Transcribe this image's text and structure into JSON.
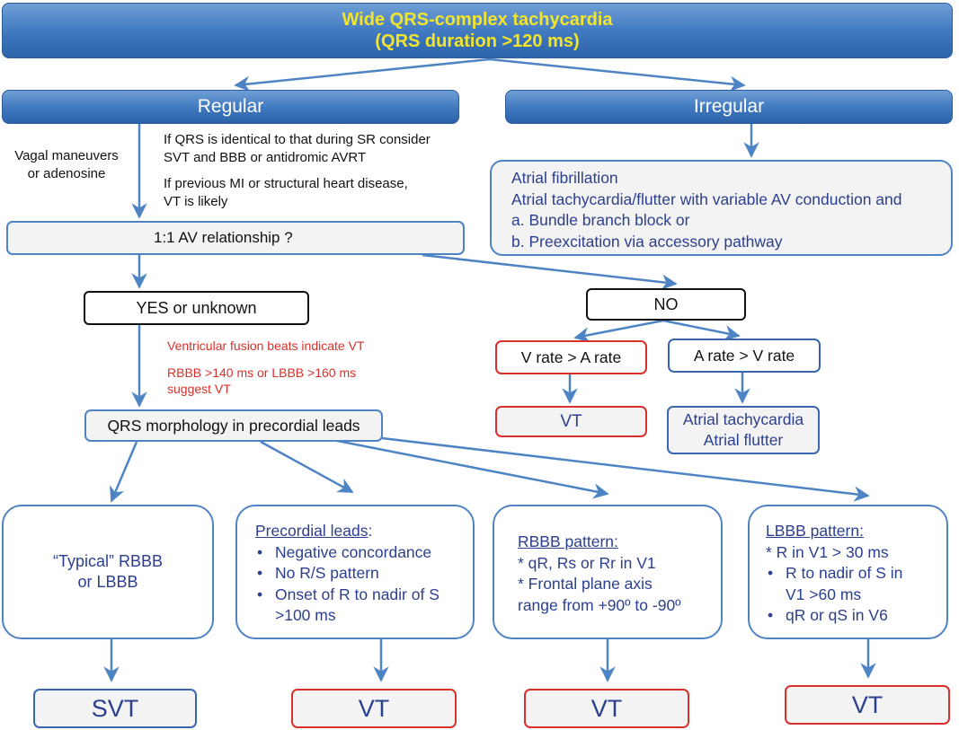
{
  "title": {
    "line1": "Wide QRS-complex tachycardia",
    "line2": "(QRS duration >120 ms)"
  },
  "regular": {
    "label": "Regular",
    "side_note": [
      "Vagal maneuvers",
      "or adenosine"
    ],
    "note1": [
      "If QRS is identical to that during SR consider",
      "SVT and BBB or antidromic AVRT"
    ],
    "note2": [
      "If previous MI or structural heart disease,",
      "VT is likely"
    ],
    "av_question": "1:1 AV relationship ?",
    "yes_label": "YES or unknown",
    "red_note1": "Ventricular fusion beats indicate VT",
    "red_note2": [
      "RBBB >140 ms or LBBB >160 ms",
      "suggest VT"
    ],
    "qrs_label": "QRS morphology in precordial leads"
  },
  "irregular": {
    "label": "Irregular",
    "lines": [
      "Atrial fibrillation",
      "Atrial tachycardia/flutter with variable AV conduction and",
      "a. Bundle branch block or",
      "b. Preexcitation via accessory pathway"
    ]
  },
  "no_branch": {
    "label": "NO",
    "v_gt_a": "V rate > A rate",
    "a_gt_v": "A rate > V rate",
    "vt": "VT",
    "atrial": [
      "Atrial tachycardia",
      "Atrial flutter"
    ]
  },
  "morphology": {
    "typical": {
      "lines": [
        "“Typical” RBBB",
        "or LBBB"
      ],
      "result": "SVT"
    },
    "precordial": {
      "heading": "Precordial leads",
      "heading_suffix": ":",
      "items": [
        "Negative concordance",
        "No R/S pattern",
        "Onset of R to nadir of S"
      ],
      "continuation": ">100 ms",
      "result": "VT"
    },
    "rbbb": {
      "heading": "RBBB pattern:",
      "lines": [
        "* qR, Rs or Rr in V1",
        "* Frontal plane axis",
        "range from +90º to -90º"
      ],
      "result": "VT"
    },
    "lbbb": {
      "heading": "LBBB pattern:",
      "star_line": "* R in V1 > 30 ms",
      "items": [
        "R to nadir of S in",
        "qR or qS in V6"
      ],
      "continuation": "V1 >60 ms",
      "result": "VT"
    }
  },
  "colors": {
    "header_blue": "#3f78bf",
    "title_yellow": "#f2e52c",
    "arrow_blue": "#4f84c4",
    "navy_text": "#2b3f8f",
    "red": "#d8302a"
  }
}
